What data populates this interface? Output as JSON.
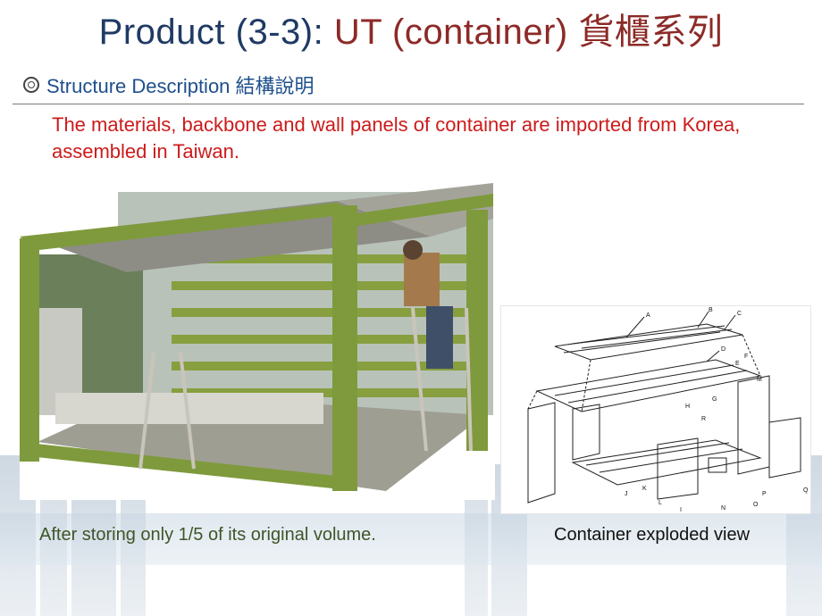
{
  "slide": {
    "title_part1": "Product  (3-3): ",
    "title_part2": "UT (container) 貨櫃系列",
    "subtitle": "Structure Description 結構說明",
    "description": "The materials, backbone and wall panels of container are imported from Korea, assembled in Taiwan.",
    "caption_left": "After storing only 1/5 of its original volume.",
    "caption_right": "Container exploded view"
  },
  "diagram_labels": [
    "A",
    "B",
    "C",
    "D",
    "E",
    "F",
    "G",
    "H",
    "I",
    "J",
    "K",
    "L",
    "M",
    "N",
    "O",
    "P",
    "Q",
    "R"
  ],
  "colors": {
    "title_blue": "#1f3a64",
    "title_red": "#8c2a27",
    "subtitle_blue": "#1e4f8c",
    "description_red": "#cc1b1b",
    "caption_green": "#3e5527",
    "frame_green": "#7f9a3c"
  }
}
